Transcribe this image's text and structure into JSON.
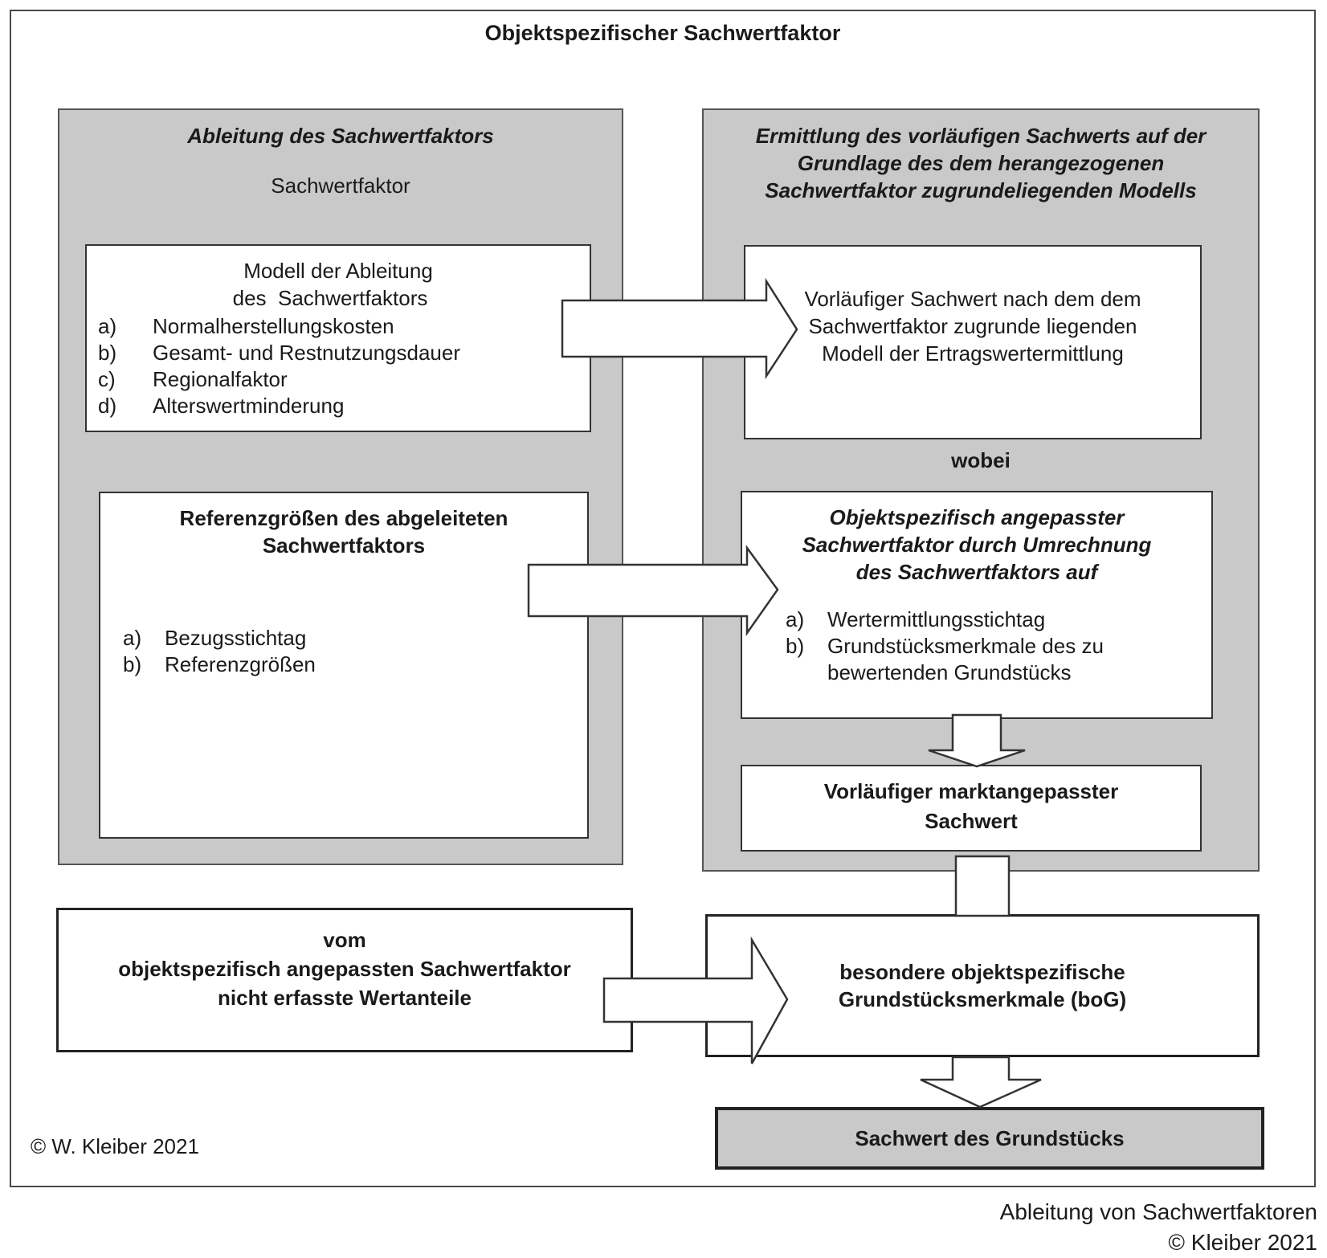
{
  "diagram": {
    "title": "Objektspezifischer Sachwertfaktor",
    "left_panel": {
      "heading": "Ableitung des Sachwertfaktors",
      "subheading": "Sachwertfaktor",
      "model_box": {
        "title_line1": "Modell der Ableitung",
        "title_line2": "des  Sachwertfaktors",
        "items": [
          {
            "marker": "a)",
            "text": "Normalherstellungskosten"
          },
          {
            "marker": "b)",
            "text": "Gesamt- und Restnutzungsdauer"
          },
          {
            "marker": "c)",
            "text": "Regionalfaktor"
          },
          {
            "marker": "d)",
            "text": "Alterswertminderung"
          }
        ]
      },
      "reference_box": {
        "title_line1": "Referenzgrößen des abgeleiteten",
        "title_line2": "Sachwertfaktors",
        "items": [
          {
            "marker": "a)",
            "text": "Bezugsstichtag"
          },
          {
            "marker": "b)",
            "text": "Referenzgrößen"
          }
        ]
      }
    },
    "right_panel": {
      "heading_line1": "Ermittlung des vorläufigen Sachwerts auf der",
      "heading_line2": "Grundlage des dem herangezogenen",
      "heading_line3": "Sachwertfaktor zugrundeliegenden Modells",
      "preliminary_box": {
        "line1": "Vorläufiger Sachwert nach dem dem",
        "line2": "Sachwertfaktor zugrunde liegenden",
        "line3": "Modell der Ertragswertermittlung"
      },
      "connector": "wobei",
      "adjusted_box": {
        "title_line1": "Objektspezifisch angepasster",
        "title_line2": "Sachwertfaktor durch Umrechnung",
        "title_line3": "des Sachwertfaktors auf",
        "items": [
          {
            "marker": "a)",
            "text": "Wertermittlungsstichtag"
          },
          {
            "marker": "b)",
            "text": "Grundstücksmerkmale des zu"
          },
          {
            "marker": "",
            "text": "bewertenden Grundstücks"
          }
        ]
      },
      "market_box": {
        "line1": "Vorläufiger marktangepasster",
        "line2": "Sachwert"
      }
    },
    "lower_left_box": {
      "line1": "vom",
      "line2": "objektspezifisch angepassten Sachwertfaktor",
      "line3": "nicht erfasste Wertanteile"
    },
    "special_box": {
      "line1": "besondere objektspezifische",
      "line2": "Grundstücksmerkmale (boG)"
    },
    "result_box": "Sachwert des Grundstücks",
    "copyright": "© W. Kleiber 2021"
  },
  "caption": {
    "line1": "Ableitung von Sachwertfaktoren",
    "line2": "© Kleiber 2021"
  }
}
